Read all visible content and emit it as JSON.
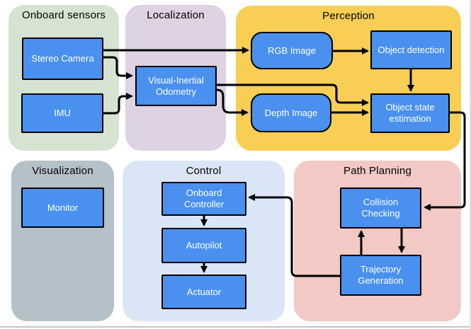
{
  "diagram": {
    "colors": {
      "node_fill": "#4a90ee",
      "node_border": "#000000",
      "node_text": "#ffffff",
      "edge": "#000000",
      "region_title_text": "#000000",
      "background": "#ffffff"
    },
    "regions": [
      {
        "id": "onboard-sensors",
        "label": "Onboard sensors",
        "color": "#d5e3d0"
      },
      {
        "id": "localization",
        "label": "Localization",
        "color": "#ddd3e2"
      },
      {
        "id": "perception",
        "label": "Perception",
        "color": "#f8ce55"
      },
      {
        "id": "visualization",
        "label": "Visualization",
        "color": "#b5c1c9"
      },
      {
        "id": "control",
        "label": "Control",
        "color": "#dae6f6"
      },
      {
        "id": "path-planning",
        "label": "Path Planning",
        "color": "#f2c9c5"
      }
    ],
    "nodes": [
      {
        "id": "stereo-camera",
        "label": "Stereo Camera",
        "region": "onboard-sensors",
        "shape": "rect"
      },
      {
        "id": "imu",
        "label": "IMU",
        "region": "onboard-sensors",
        "shape": "rect"
      },
      {
        "id": "visual-inertial-odometry",
        "label": "Visual-Inertial Odometry",
        "region": "localization",
        "shape": "rect"
      },
      {
        "id": "rgb-image",
        "label": "RGB Image",
        "region": "perception",
        "shape": "rounded"
      },
      {
        "id": "object-detection",
        "label": "Object detection",
        "region": "perception",
        "shape": "rect"
      },
      {
        "id": "depth-image",
        "label": "Depth Image",
        "region": "perception",
        "shape": "rounded"
      },
      {
        "id": "object-state-estimation",
        "label": "Object state estimation",
        "region": "perception",
        "shape": "rect"
      },
      {
        "id": "monitor",
        "label": "Monitor",
        "region": "visualization",
        "shape": "rect"
      },
      {
        "id": "onboard-controller",
        "label": "Onboard Controller",
        "region": "control",
        "shape": "rect"
      },
      {
        "id": "autopilot",
        "label": "Autopilot",
        "region": "control",
        "shape": "rect"
      },
      {
        "id": "actuator",
        "label": "Actuator",
        "region": "control",
        "shape": "rect"
      },
      {
        "id": "collision-checking",
        "label": "Collision Checking",
        "region": "path-planning",
        "shape": "rect"
      },
      {
        "id": "trajectory-generation",
        "label": "Trajectory Generation",
        "region": "path-planning",
        "shape": "rect"
      }
    ],
    "edges": [
      {
        "from": "stereo-camera",
        "to": "rgb-image"
      },
      {
        "from": "stereo-camera",
        "to": "visual-inertial-odometry"
      },
      {
        "from": "imu",
        "to": "visual-inertial-odometry"
      },
      {
        "from": "visual-inertial-odometry",
        "to": "object-state-estimation"
      },
      {
        "from": "visual-inertial-odometry",
        "to": "depth-image"
      },
      {
        "from": "rgb-image",
        "to": "object-detection"
      },
      {
        "from": "object-detection",
        "to": "object-state-estimation"
      },
      {
        "from": "depth-image",
        "to": "object-state-estimation"
      },
      {
        "from": "object-state-estimation",
        "to": "collision-checking"
      },
      {
        "from": "collision-checking",
        "to": "trajectory-generation"
      },
      {
        "from": "trajectory-generation",
        "to": "collision-checking"
      },
      {
        "from": "trajectory-generation",
        "to": "onboard-controller"
      },
      {
        "from": "onboard-controller",
        "to": "autopilot"
      },
      {
        "from": "autopilot",
        "to": "actuator"
      }
    ]
  }
}
